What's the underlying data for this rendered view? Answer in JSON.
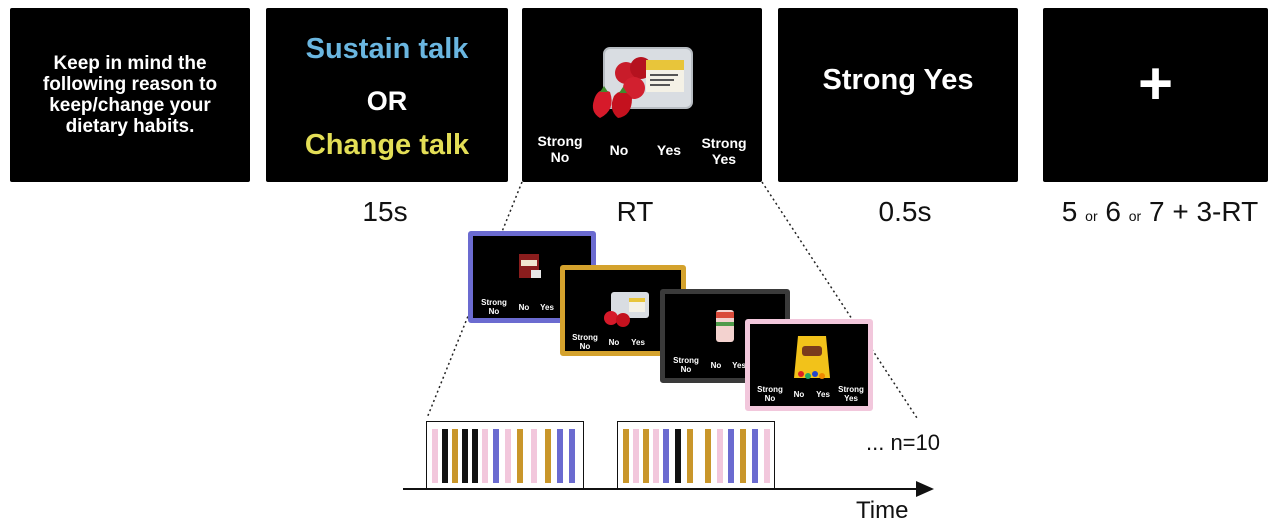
{
  "panels": {
    "instruction": "Keep in mind the following reason to keep/change your dietary habits.",
    "sustain": "Sustain talk",
    "or": "OR",
    "change": "Change talk",
    "responses": [
      "Strong No",
      "No",
      "Yes",
      "Strong Yes"
    ],
    "feedback": "Strong Yes",
    "fixation": "+"
  },
  "timings": {
    "t1": "15s",
    "t2": "RT",
    "t3": "0.5s",
    "t4_a": "5",
    "t4_or1": "or",
    "t4_b": "6",
    "t4_or2": "or",
    "t4_c": "7",
    "t4_d": "+ 3-RT"
  },
  "trials": {
    "labels": [
      "Strong No",
      "No",
      "Yes",
      "Strong Yes"
    ],
    "frame_colors": [
      "#6b6bd0",
      "#d4a22d",
      "#3a3a3a",
      "#f2c7dc"
    ]
  },
  "sequence": {
    "ellipsis": "... n=10",
    "time_label": "Time",
    "colors": {
      "pink": "#f2c7dc",
      "black": "#111111",
      "gold": "#c9962a",
      "purple": "#6b6bd0"
    }
  },
  "colors": {
    "sustain": "#6ab6e0",
    "change": "#e3de56"
  }
}
